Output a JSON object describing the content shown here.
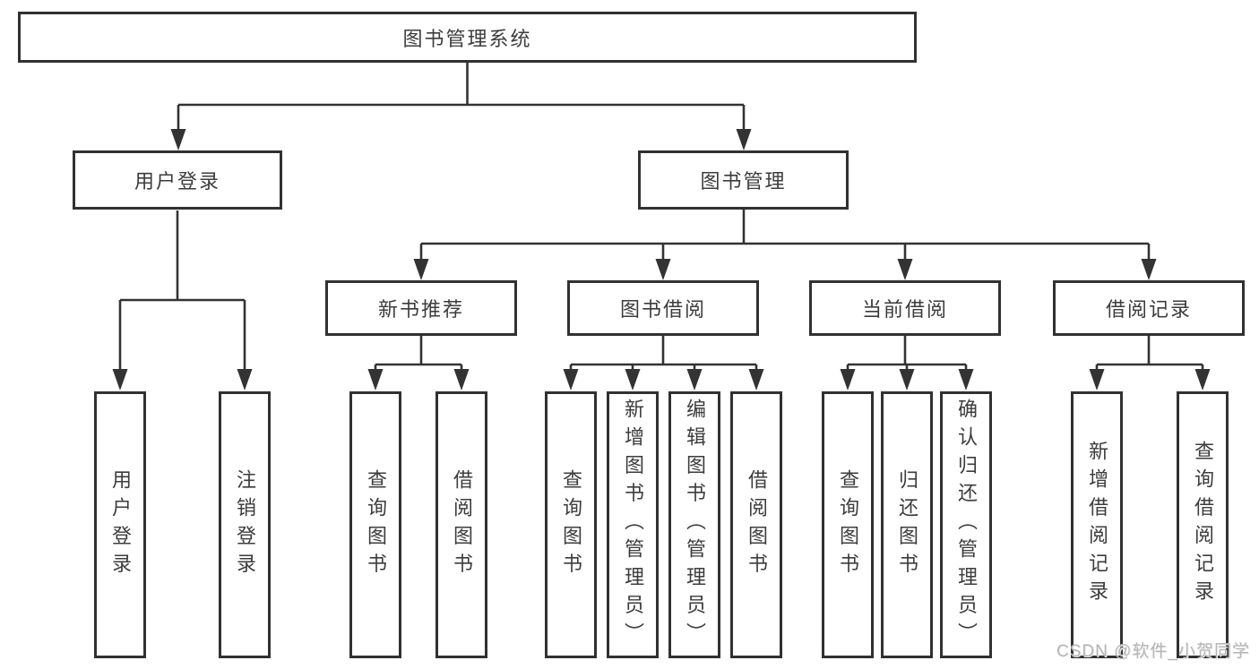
{
  "tree": {
    "label": "图书管理系统",
    "children": [
      {
        "label": "用户登录",
        "children": [
          {
            "label": "用户登录"
          },
          {
            "label": "注销登录"
          }
        ]
      },
      {
        "label": "图书管理",
        "children": [
          {
            "label": "新书推荐",
            "children": [
              {
                "label": "查询图书"
              },
              {
                "label": "借阅图书"
              }
            ]
          },
          {
            "label": "图书借阅",
            "children": [
              {
                "label": "查询图书"
              },
              {
                "label": "新增图书（管理员）"
              },
              {
                "label": "编辑图书（管理员）"
              },
              {
                "label": "借阅图书"
              }
            ]
          },
          {
            "label": "当前借阅",
            "children": [
              {
                "label": "查询图书"
              },
              {
                "label": "归还图书"
              },
              {
                "label": "确认归还（管理员）"
              }
            ]
          },
          {
            "label": "借阅记录",
            "children": [
              {
                "label": "新增借阅记录"
              },
              {
                "label": "查询借阅记录"
              }
            ]
          }
        ]
      }
    ]
  },
  "watermark": "CSDN @软件_小贺同学",
  "colors": {
    "line": "#333333",
    "box_border": "#313131",
    "text": "#3c3c3c",
    "watermark": "#b5b5b5",
    "background": "#ffffff"
  }
}
